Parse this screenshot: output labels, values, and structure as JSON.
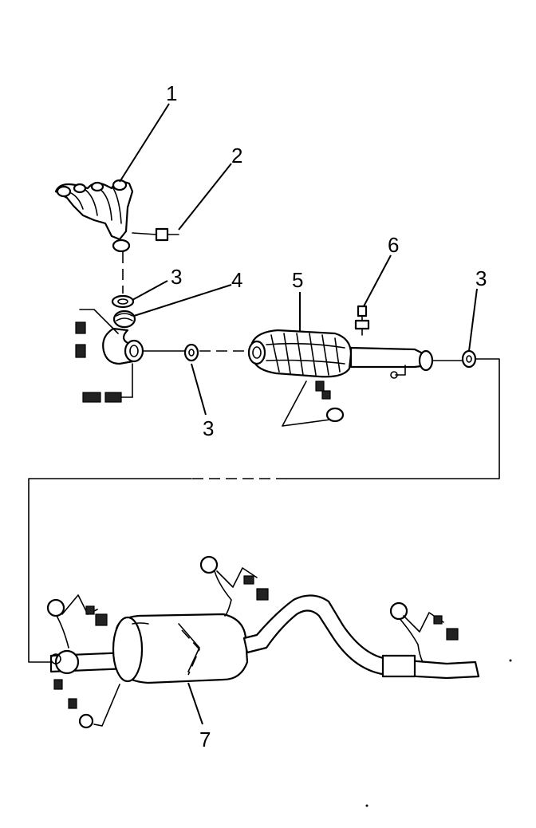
{
  "callouts": {
    "c1": "1",
    "c2": "2",
    "c3a": "3",
    "c4": "4",
    "c5": "5",
    "c6": "6",
    "c3b": "3",
    "c3c": "3",
    "c7": "7"
  }
}
